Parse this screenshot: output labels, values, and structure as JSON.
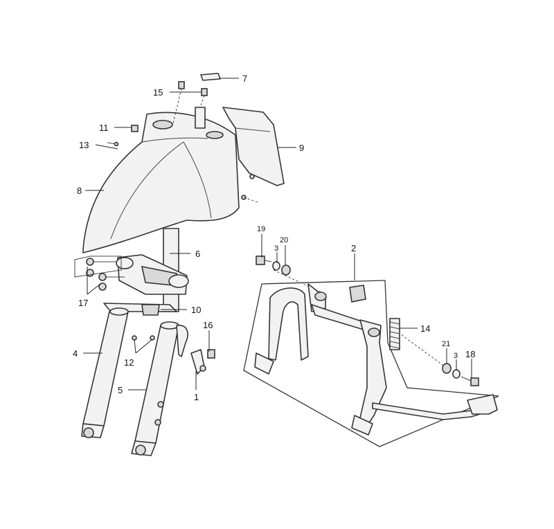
{
  "callouts": {
    "c1": "1",
    "c2": "2",
    "c3a": "3",
    "c3b": "3",
    "c4": "4",
    "c5": "5",
    "c6": "6",
    "c7": "7",
    "c8": "8",
    "c9": "9",
    "c10": "10",
    "c11": "11",
    "c12": "12",
    "c13": "13",
    "c14": "14",
    "c15": "15",
    "c16": "16",
    "c17": "17",
    "c18": "18",
    "c19": "19",
    "c20": "20",
    "c21": "21"
  }
}
